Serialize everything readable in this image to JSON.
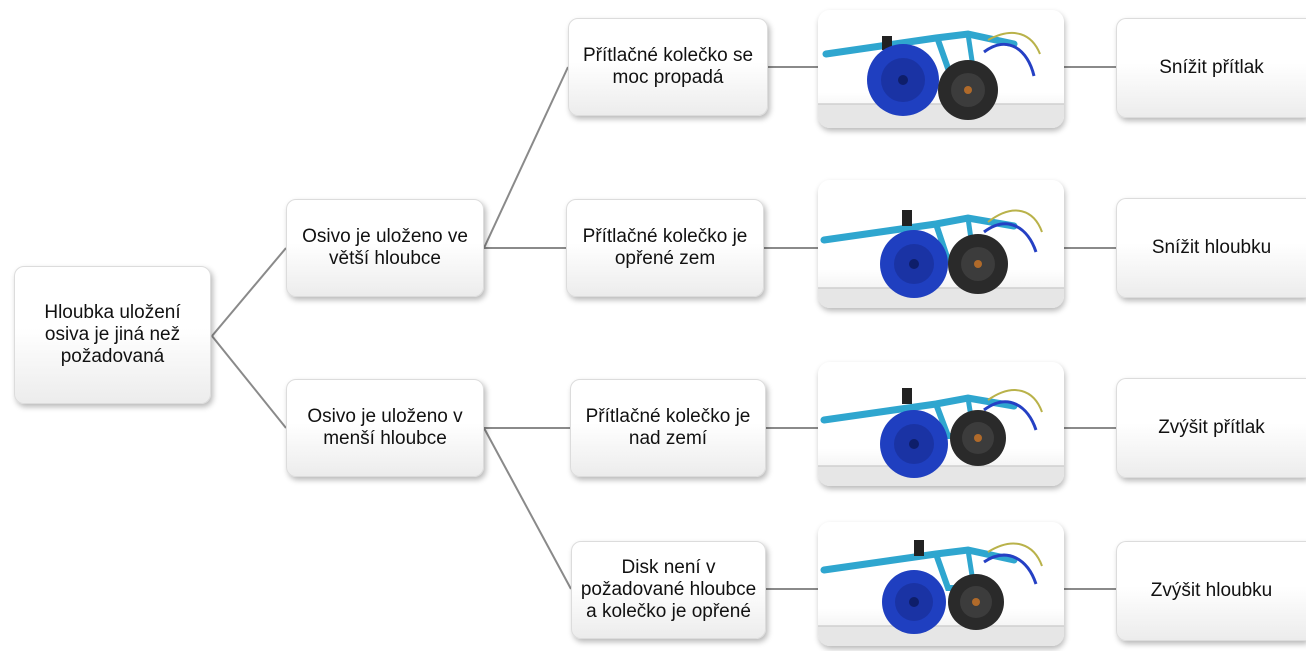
{
  "root": {
    "label": "Hloubka uložení osiva je jiná než požadovaná"
  },
  "branches": [
    {
      "label": "Osivo je uloženo ve větší hloubce"
    },
    {
      "label": "Osivo je uloženo v menší hloubce"
    }
  ],
  "causes": [
    {
      "label": "Přítlačné kolečko se moc propadá"
    },
    {
      "label": "Přítlačné kolečko je opřené zem"
    },
    {
      "label": "Přítlačné kolečko je nad zemí"
    },
    {
      "label": "Disk není v požadované hloubce a kolečko je opřené"
    }
  ],
  "actions": [
    {
      "label": "Snížit přítlak"
    },
    {
      "label": "Snížit hloubku"
    },
    {
      "label": "Zvýšit přítlak"
    },
    {
      "label": "Zvýšit hloubku"
    }
  ],
  "illustration": {
    "name": "seeding-unit-illustration",
    "colors": {
      "frame": "#2fa6cf",
      "disc": "#1f3fc0",
      "disc_dark": "#152a8c",
      "press_wheel": "#2a2a2a",
      "hose": "#b9b24a",
      "ground": "#d6d6d6"
    }
  },
  "line_color": "#8a8a8a"
}
